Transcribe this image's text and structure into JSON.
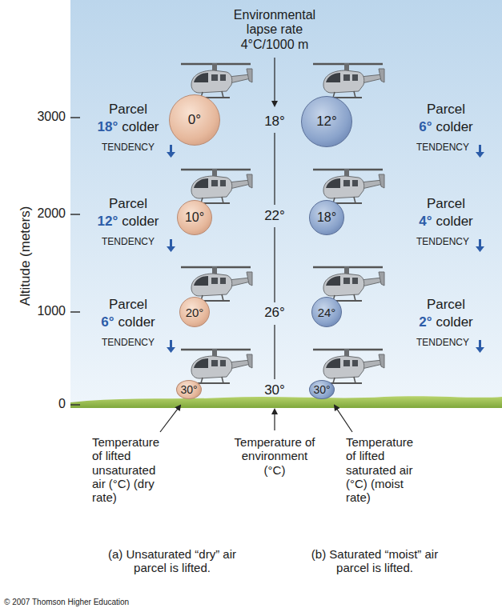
{
  "diagram": {
    "nodes": [
      {
        "text": [
          "0°"
        ]
      },
      {
        "text": [
          "12°"
        ]
      },
      {
        "text": [
          "10°"
        ]
      },
      {
        "text": [
          "18°"
        ]
      },
      {
        "text": [
          "20°"
        ]
      },
      {
        "text": [
          "24°"
        ]
      },
      {
        "text": [
          "30°"
        ]
      },
      {
        "text": [
          "30°"
        ]
      }
    ],
    "labels": [
      "Environmental lapse rate 4°C/1000 m",
      "Altitude (meters)",
      "3000",
      "2000",
      "1000",
      "0",
      "Parcel",
      "18°",
      "colder",
      "TENDENCY",
      "18°",
      "Parcel",
      "6°",
      "colder",
      "TENDENCY",
      "Parcel",
      "12°",
      "colder",
      "TENDENCY",
      "22°",
      "Parcel",
      "4°",
      "colder",
      "TENDENCY",
      "Parcel",
      "6°",
      "colder",
      "TENDENCY",
      "26°",
      "Parcel",
      "2°",
      "colder",
      "TENDENCY",
      "30°",
      "Temperature of lifted unsaturated air (°C) (dry rate)",
      "Temperature of environment (°C)",
      "Temperature of lifted saturated air (°C) (moist rate)",
      "(a) Unsaturated “dry” air parcel is lifted.",
      "(b) Saturated “moist” air parcel is lifted.",
      "© 2007 Thomson Higher Education"
    ]
  }
}
